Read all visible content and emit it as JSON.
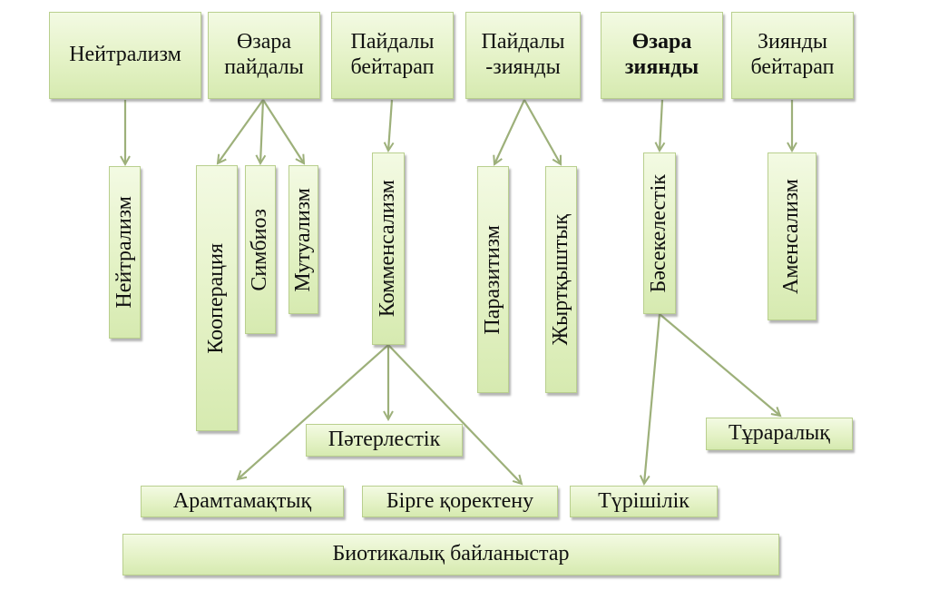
{
  "top_row": [
    {
      "label": "Нейтрализм"
    },
    {
      "label": "Өзара пайдалы"
    },
    {
      "label": "Пайдалы бейтарап"
    },
    {
      "label": "Пайдалы -зиянды"
    },
    {
      "label": "Өзара зиянды"
    },
    {
      "label": "Зиянды бейтарап"
    }
  ],
  "types": {
    "neutralism": "Нейтрализм",
    "cooperation": "Кооперация",
    "symbiosis": "Симбиоз",
    "mutualism": "Мутуализм",
    "commensalism": "Комменсализм",
    "parasitism": "Паразитизм",
    "predation": "Жыртқыштық",
    "competition": "Бәсекелестік",
    "amensalism": "Аменсализм"
  },
  "subtypes": {
    "tenancy": "Пәтерлестік",
    "freeloading": "Арамтамақтық",
    "co_feeding": "Бірге қоректену",
    "intraspecific": "Түрішілік",
    "interspecific": "Тұраралық"
  },
  "footer": {
    "label": "Биотикалық байланыстар"
  },
  "colors": {
    "box_fill": "#e4f2c6",
    "box_border": "#b9cf8e",
    "arrow": "#9db07a"
  }
}
